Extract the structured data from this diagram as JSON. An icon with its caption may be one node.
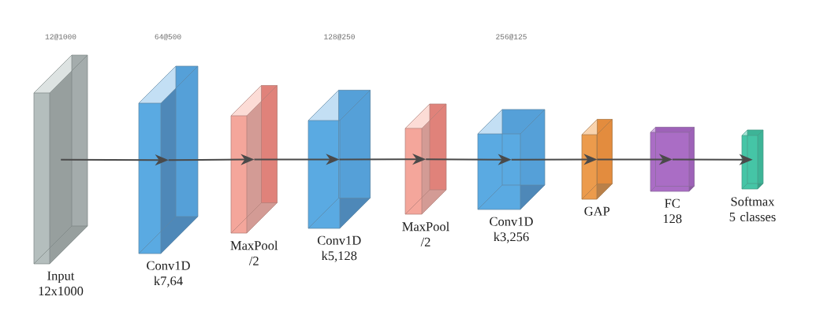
{
  "diagram": {
    "nodes": [
      {
        "text": [
          "Input 12x1000"
        ]
      },
      {
        "text": [
          "Conv1D k7,64"
        ]
      },
      {
        "text": [
          "MaxPool /2"
        ]
      },
      {
        "text": [
          "Conv1D k5,128"
        ]
      },
      {
        "text": [
          "MaxPool /2"
        ]
      },
      {
        "text": [
          "Conv1D k3,256"
        ]
      },
      {
        "text": [
          "GAP"
        ]
      },
      {
        "text": [
          "FC 128"
        ]
      },
      {
        "text": [
          "Softmax 5 classes"
        ]
      }
    ],
    "edges": [
      {
        "from": 0,
        "to": 1,
        "arrow": "to"
      },
      {
        "from": 1,
        "to": 2,
        "arrow": "to"
      },
      {
        "from": 2,
        "to": 3,
        "arrow": "to"
      },
      {
        "from": 3,
        "to": 4,
        "arrow": "to"
      },
      {
        "from": 4,
        "to": 5,
        "arrow": "to"
      },
      {
        "from": 5,
        "to": 6,
        "arrow": "to"
      },
      {
        "from": 6,
        "to": 7,
        "arrow": "to"
      },
      {
        "from": 7,
        "to": 8,
        "arrow": "to"
      }
    ],
    "labels": [
      "12@1000",
      "64@500",
      "128@250",
      "256@125"
    ]
  }
}
